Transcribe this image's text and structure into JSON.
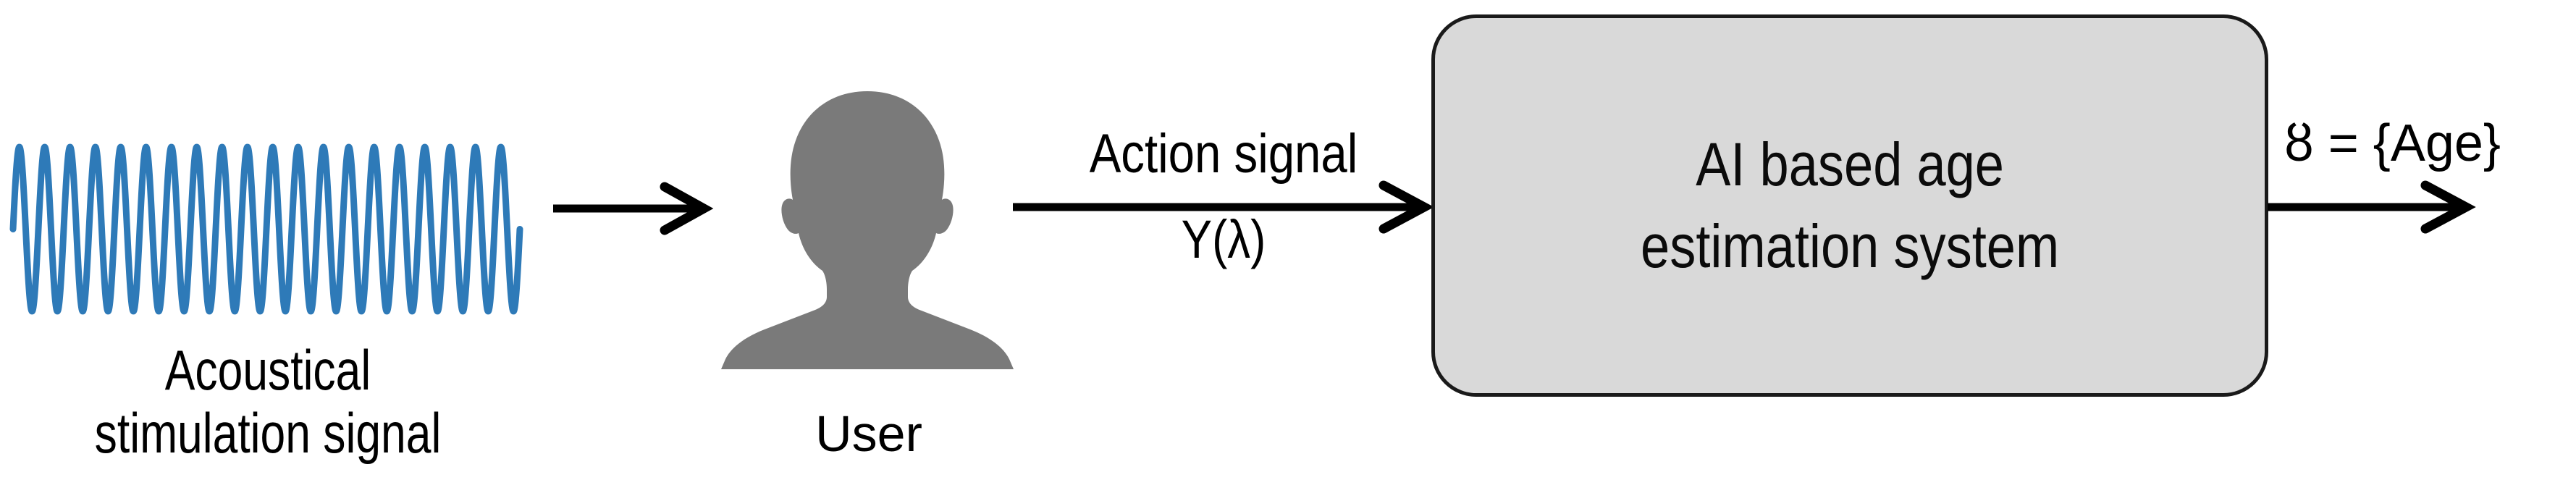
{
  "diagram": {
    "title": "AI based age estimation system block diagram",
    "background_color": "#ffffff",
    "stimulus": {
      "caption": "Acoustical\nstimulation signal",
      "waveform_color": "#2e7ab8",
      "waveform_icon": "sine-wave-icon"
    },
    "user": {
      "caption": "User",
      "avatar_icon": "user-silhouette-icon",
      "avatar_color": "#7a7a7a"
    },
    "arrows": [
      {
        "name": "stimulus-to-user-arrow",
        "icon": "arrow-right-icon",
        "label_above": "",
        "label_below": "",
        "color": "#000000"
      },
      {
        "name": "user-to-system-arrow",
        "icon": "arrow-right-icon",
        "label_above": "Action signal",
        "label_below": "Y(λ)",
        "color": "#000000"
      },
      {
        "name": "system-output-arrow",
        "icon": "arrow-right-icon",
        "label_above": "ȣ = {Age}",
        "label_below": "",
        "color": "#000000"
      }
    ],
    "system_box": {
      "label": "AI based age\nestimation system",
      "fill_color": "#d9d9d9",
      "border_color": "#1a1a1a"
    },
    "output": {
      "label": "ȣ = {Age}"
    }
  },
  "chart_data": {
    "type": "line",
    "title": "Acoustical stimulation signal",
    "xlabel": "",
    "ylabel": "",
    "series": [
      {
        "name": "Acoustical stimulation signal",
        "description": "Constant-amplitude sinusoid, approximately 20 cycles",
        "cycles": 20,
        "amplitude": 1,
        "color": "#2e7ab8"
      }
    ],
    "grid": false,
    "legend": "none",
    "ylim": [
      -1,
      1
    ]
  }
}
